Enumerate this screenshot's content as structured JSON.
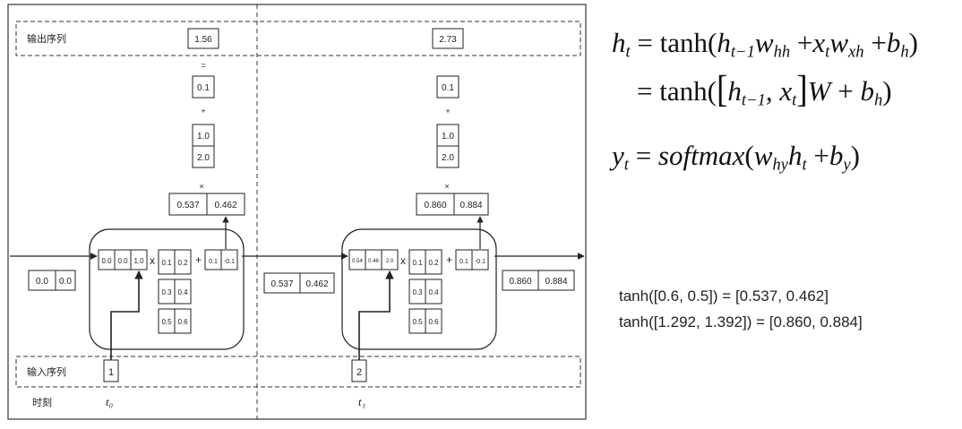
{
  "diagram": {
    "output_label": "输出序列",
    "input_label": "输入序列",
    "time_label": "时刻",
    "steps": [
      {
        "time": "t₀",
        "input": "1",
        "output": "1.56",
        "prev_state": [
          "0.0",
          "0.0"
        ],
        "concat": [
          "0.0",
          "0.0",
          "1.0"
        ],
        "weights": [
          [
            "0.1",
            "0.2"
          ],
          [
            "0.3",
            "0.4"
          ],
          [
            "0.5",
            "0.6"
          ]
        ],
        "bias": [
          "0.1",
          "-0.1"
        ],
        "hidden": [
          "0.537",
          "0.462"
        ],
        "out_weights": [
          "1.0",
          "2.0"
        ],
        "out_bias": "0.1"
      },
      {
        "time": "t₁",
        "input": "2",
        "output": "2.73",
        "prev_state": [
          "0.537",
          "0.462"
        ],
        "concat": [
          "0.54",
          "0.46",
          "2.0"
        ],
        "weights": [
          [
            "0.1",
            "0.2"
          ],
          [
            "0.3",
            "0.4"
          ],
          [
            "0.5",
            "0.6"
          ]
        ],
        "bias": [
          "0.1",
          "-0.1"
        ],
        "hidden": [
          "0.860",
          "0.884"
        ],
        "out_weights": [
          "1.0",
          "2.0"
        ],
        "out_bias": "0.1"
      }
    ],
    "final_state": [
      "0.860",
      "0.884"
    ],
    "ops": {
      "eq": "=",
      "plus": "+",
      "times": "×",
      "x": "x"
    }
  },
  "results": [
    "tanh([0.6, 0.5]) = [0.537, 0.462]",
    "tanh([1.292, 1.392]) = [0.860, 0.884]"
  ]
}
